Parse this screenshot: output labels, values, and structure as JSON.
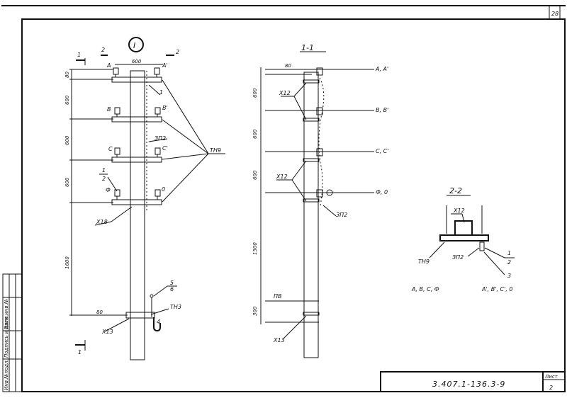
{
  "sheet": {
    "page_number": "28",
    "document_code": "3.407.1-136.3-9",
    "sheet_label": "Лист",
    "sheet_number": "2",
    "stamp_cells": [
      "Инв.№подл.",
      "Подпись и дата",
      "Взам.инв.№"
    ]
  },
  "view1": {
    "title": "I",
    "section_mark_1": "1",
    "section_mark_2": "2",
    "top_offset": "80",
    "crossarm_spacing": "600",
    "phase_left": [
      "А",
      "В",
      "С",
      "Ф"
    ],
    "phase_right": [
      "А'",
      "В'",
      "С'",
      "0"
    ],
    "dims": [
      "600",
      "600",
      "600",
      "1600"
    ],
    "bottom_offset": "80",
    "callout_1": "1",
    "callout_zp2": "ЗП2",
    "callout_tn9": "ТН9",
    "callout_fraction_num": "1",
    "callout_fraction_den": "2",
    "callout_x18": "Х18",
    "callout_x13": "Х13",
    "callout_tn3": "ТН3",
    "callout_56_num": "5",
    "callout_56_den": "6",
    "callout_4": "4"
  },
  "view2": {
    "title": "1-1",
    "top_dim": "80",
    "phase_labels": [
      "А, А'",
      "В, В'",
      "С, С'",
      "Ф, 0"
    ],
    "dims": [
      "600",
      "600",
      "600",
      "1500",
      "300"
    ],
    "callout_x12_a": "Х12",
    "callout_x12_b": "Х12",
    "callout_zp2": "ЗП2",
    "callout_pv": "ПВ",
    "callout_x13": "Х13"
  },
  "view3": {
    "title": "2-2",
    "callout_x12": "Х12",
    "callout_tn9": "ТН9",
    "callout_zp2": "ЗП2",
    "callout_frac_num": "1",
    "callout_frac_den": "2",
    "callout_3": "3",
    "label_left": "А, В, С, Ф",
    "label_right": "А', В', С', 0"
  }
}
